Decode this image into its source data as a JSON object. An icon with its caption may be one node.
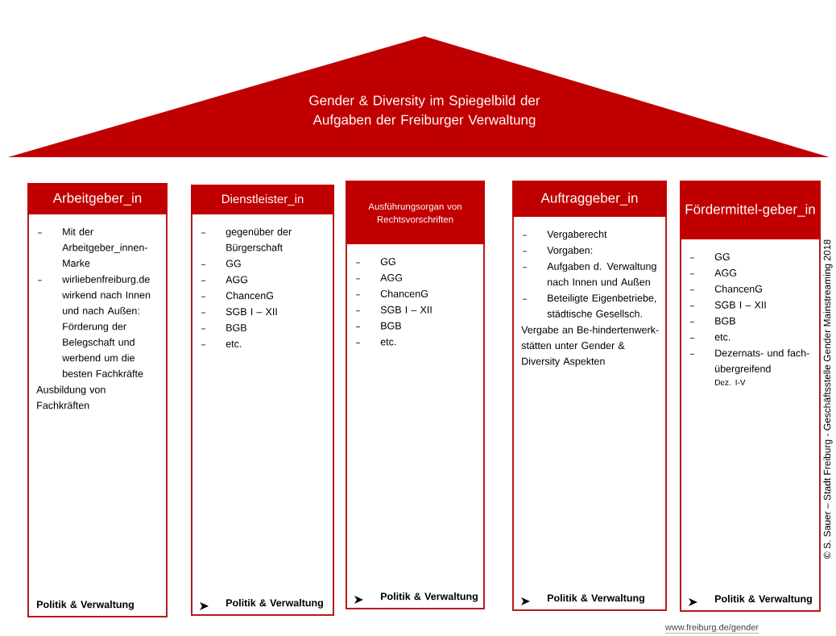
{
  "diagram": {
    "nodes": [
      {
        "text": [
          "Gender & Diversity im Spiegelbild der Aufgaben der Freiburger Verwaltung"
        ]
      },
      {
        "text": [
          "Arbeitgeber_in",
          "Mit der Arbeitgeber_innen-Marke",
          "wirliebenfreiburg.de wirkend nach Innen und nach Außen: Förderung der Belegschaft und werbend um die besten Fachkräfte",
          "Ausbildung von Fachkräften",
          "Politik & Verwaltung"
        ]
      },
      {
        "text": [
          "Dienstleister_in",
          "gegenüber der Bürgerschaft",
          "GG",
          "AGG",
          "ChancenG",
          "SGB I – XII",
          "BGB",
          "etc.",
          "Politik & Verwaltung"
        ]
      },
      {
        "text": [
          "Ausführungsorgan von Rechtsvorschriften",
          "GG",
          "AGG",
          "ChancenG",
          "SGB I – XII",
          "BGB",
          "etc.",
          "Politik & Verwaltung"
        ]
      },
      {
        "text": [
          "Auftraggeber_in",
          "Vergaberecht",
          "Vorgaben:",
          "Aufgaben d. Verwaltung nach Innen und Außen",
          "Beteiligte Eigenbetriebe, städtische Gesellsch.",
          "Vergabe an Be-hindertenwerk-stätten unter Gender & Diversity Aspekten",
          "Politik & Verwaltung"
        ]
      },
      {
        "text": [
          "Fördermittel-geber_in",
          "GG",
          "AGG",
          "ChancenG",
          "SGB I – XII",
          "BGB",
          "etc.",
          "Dezernats- und fach-übergreifend",
          "Dez. I-V",
          "Politik & Verwaltung"
        ]
      }
    ],
    "labels": [
      "© S. Sauer – Stadt Freiburg - Geschäftsstelle Gender Mainstreaming 2018",
      "www.freiburg.de/gender"
    ]
  }
}
